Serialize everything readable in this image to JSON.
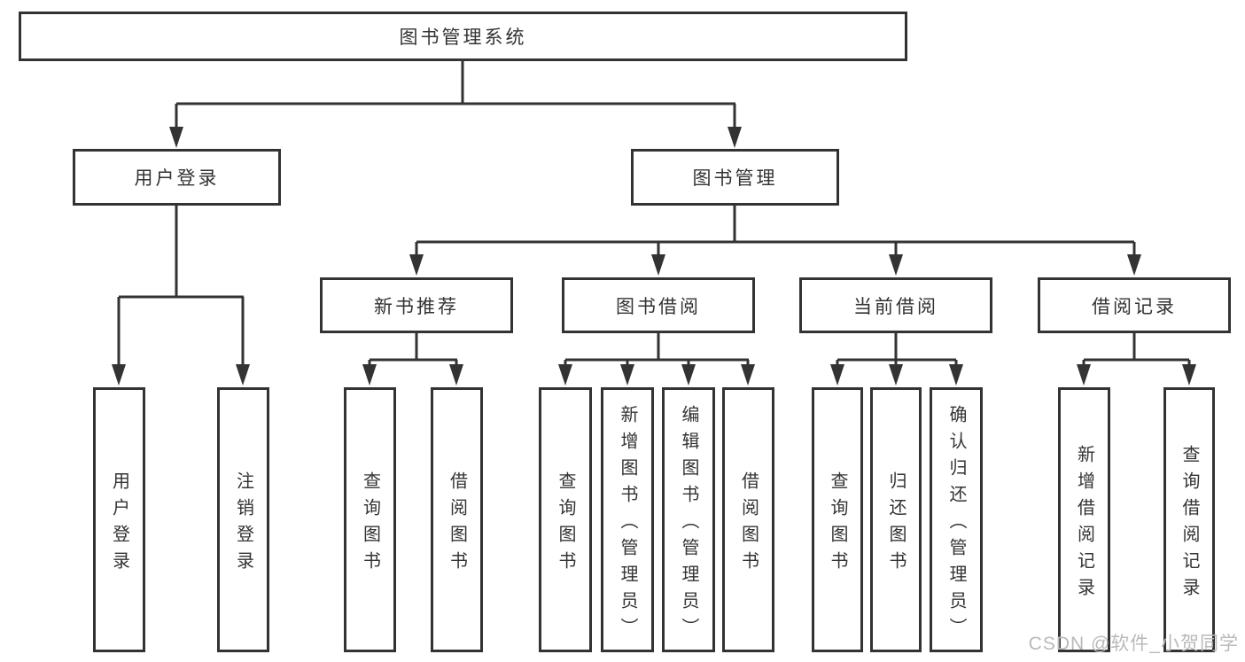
{
  "style": {
    "line_color": "#333333",
    "box_background": "#ffffff",
    "text_color": "#333333",
    "watermark_color": "#b9b9b9"
  },
  "watermark": "CSDN @软件_小贺同学",
  "tree": {
    "root": "图书管理系统",
    "branches": [
      {
        "label": "用户登录",
        "children": [
          "用户登录",
          "注销登录"
        ]
      },
      {
        "label": "图书管理",
        "groups": [
          {
            "label": "新书推荐",
            "children": [
              "查询图书",
              "借阅图书"
            ]
          },
          {
            "label": "图书借阅",
            "children": [
              "查询图书",
              "新增图书（管理员）",
              "编辑图书（管理员）",
              "借阅图书"
            ]
          },
          {
            "label": "当前借阅",
            "children": [
              "查询图书",
              "归还图书",
              "确认归还（管理员）"
            ]
          },
          {
            "label": "借阅记录",
            "children": [
              "新增借阅记录",
              "查询借阅记录"
            ]
          }
        ]
      }
    ]
  }
}
